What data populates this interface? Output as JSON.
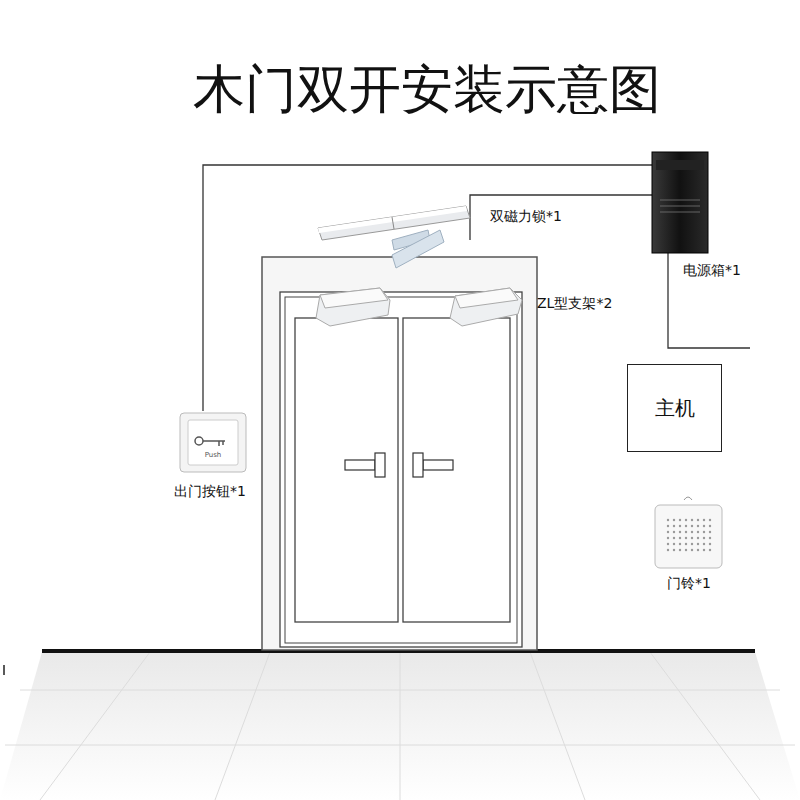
{
  "diagram": {
    "title": "木门双开安装示意图",
    "nodes": [
      {
        "text": [
          "主机"
        ]
      }
    ],
    "labels": [
      "双磁力锁*1",
      "电源箱*1",
      "ZL型支架*2",
      "出门按钮*1",
      "Push",
      "门铃*1"
    ]
  }
}
